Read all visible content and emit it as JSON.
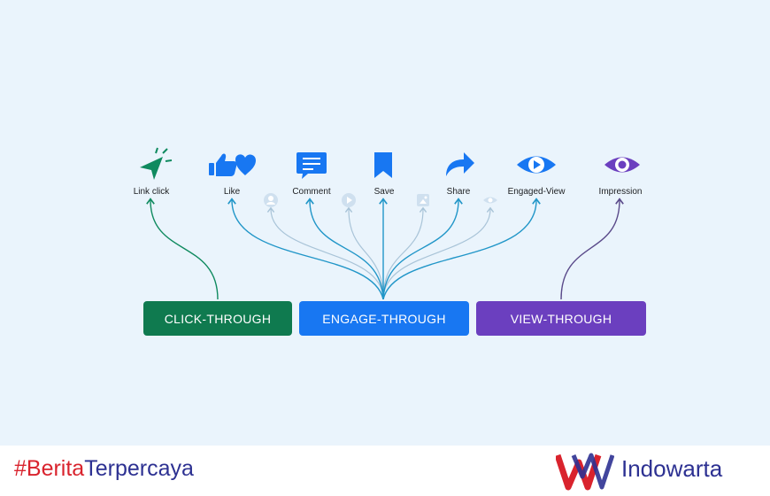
{
  "diagram": {
    "actions": [
      {
        "label": "Link click",
        "icon": "cursor-click-icon",
        "color": "#0f8a5f"
      },
      {
        "label": "Like",
        "icon": "thumbs-up-heart-icon",
        "color": "#1877f2"
      },
      {
        "label": "Comment",
        "icon": "comment-icon",
        "color": "#1877f2"
      },
      {
        "label": "Save",
        "icon": "bookmark-icon",
        "color": "#1877f2"
      },
      {
        "label": "Share",
        "icon": "share-arrow-icon",
        "color": "#1877f2"
      },
      {
        "label": "Engaged-View",
        "icon": "play-eye-icon",
        "color": "#1877f2"
      },
      {
        "label": "Impression",
        "icon": "eye-icon",
        "color": "#6b3fbf"
      }
    ],
    "faded_icons": [
      "profile-icon",
      "play-icon",
      "image-icon",
      "view-icon"
    ],
    "categories": [
      {
        "label": "CLICK-THROUGH",
        "color": "#0f7a4f"
      },
      {
        "label": "ENGAGE-THROUGH",
        "color": "#1877f2"
      },
      {
        "label": "VIEW-THROUGH",
        "color": "#6b3fbf"
      }
    ]
  },
  "footer": {
    "hashtag_prefix": "#Berita",
    "hashtag_suffix": "Terpercaya",
    "brand": "Indowarta",
    "brand_colors": {
      "red": "#d9232d",
      "navy": "#2d3192"
    }
  }
}
